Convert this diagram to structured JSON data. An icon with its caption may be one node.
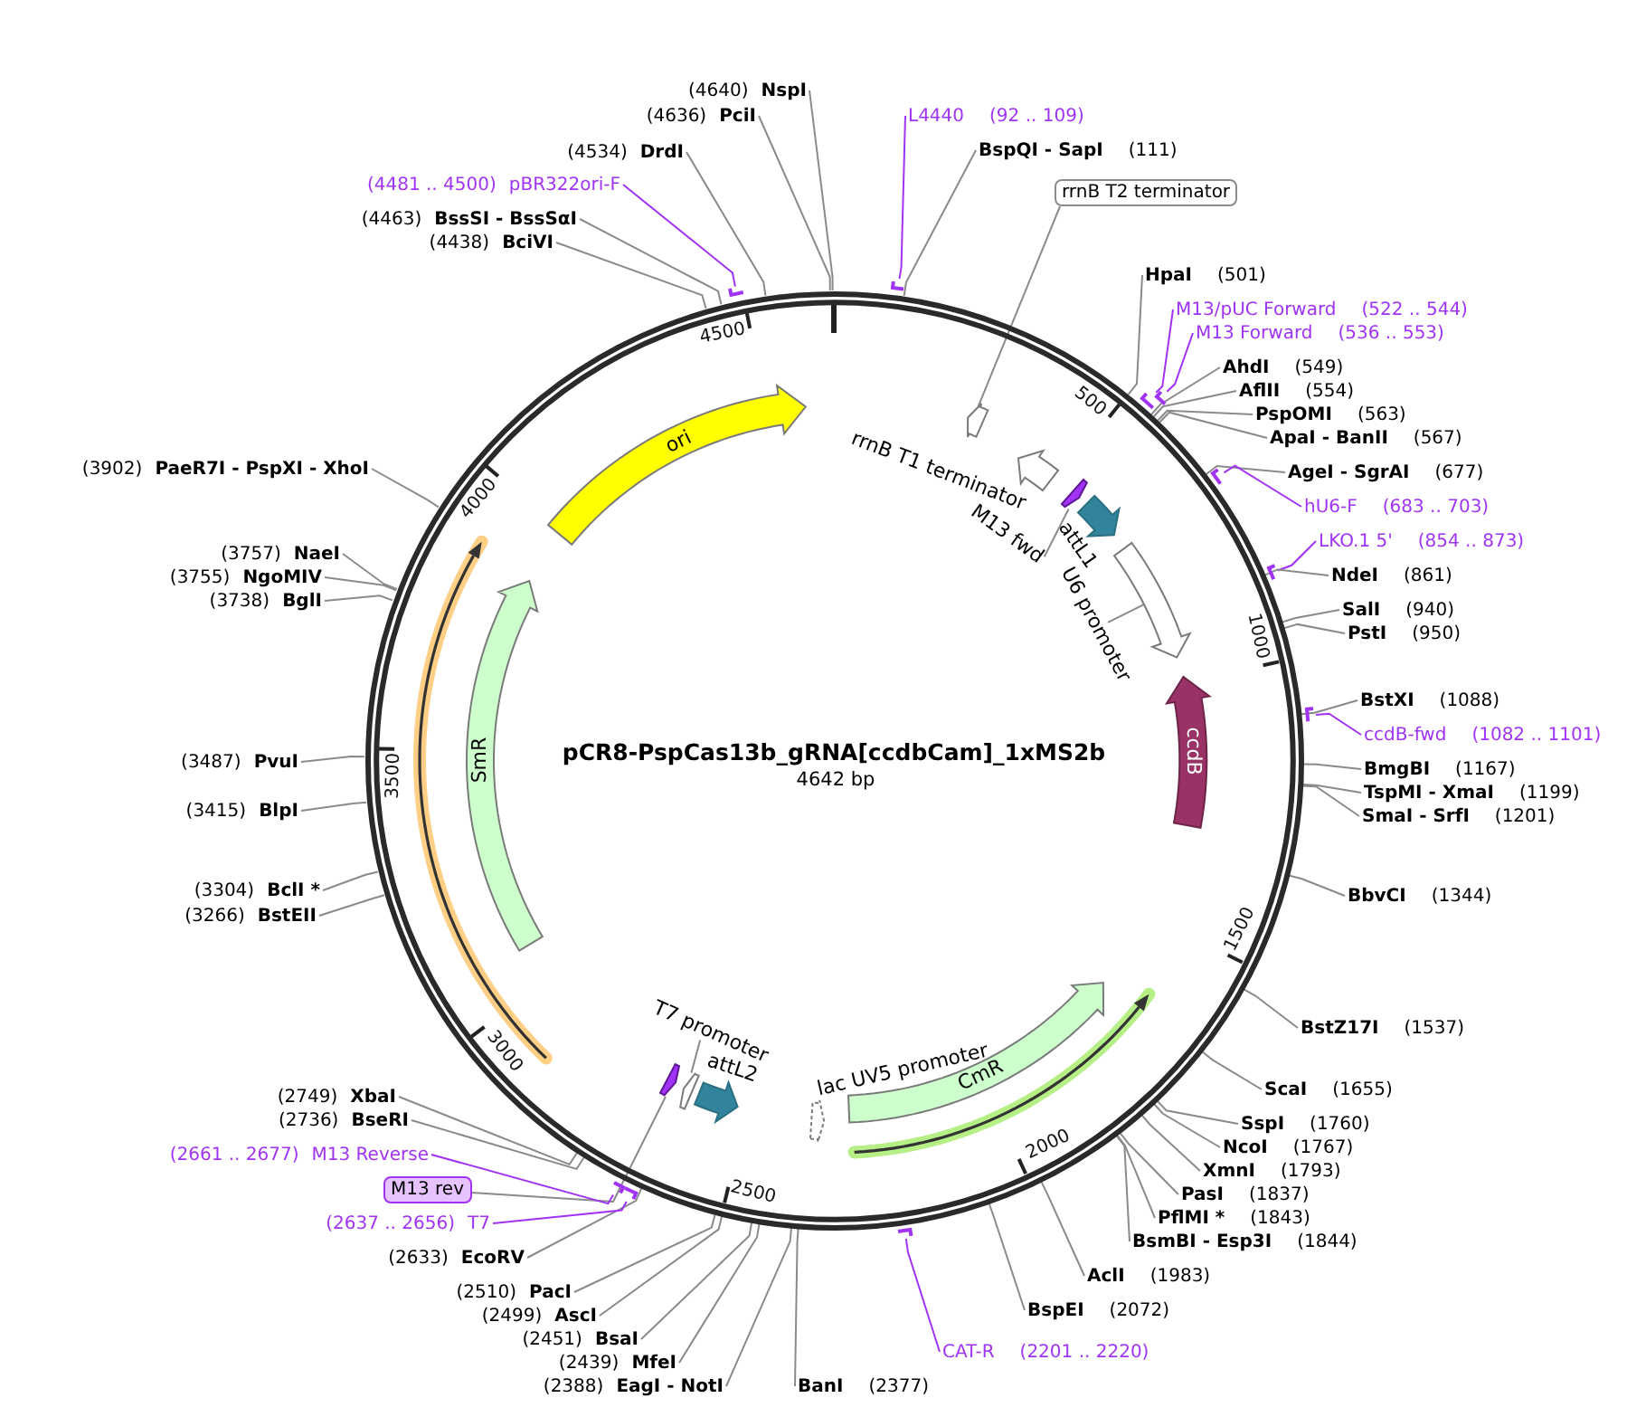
{
  "diagram": {
    "title": "pCR8-PspCas13b_gRNA[ccdbCam]_1xMS2b",
    "nodes": [
      {
        "text": [
          "L4440",
          "(92 .. 109)"
        ]
      },
      {
        "text": [
          "BspQI - SapI",
          "(111)"
        ]
      },
      {
        "text": [
          "rrnB T2 terminator"
        ]
      },
      {
        "text": [
          "HpaI",
          "(501)"
        ]
      },
      {
        "text": [
          "M13/pUC Forward",
          "(522 .. 544)"
        ]
      },
      {
        "text": [
          "M13 Forward",
          "(536 .. 553)"
        ]
      },
      {
        "text": [
          "AhdI",
          "(549)"
        ]
      },
      {
        "text": [
          "AflII",
          "(554)"
        ]
      },
      {
        "text": [
          "PspOMI",
          "(563)"
        ]
      },
      {
        "text": [
          "ApaI - BanII",
          "(567)"
        ]
      },
      {
        "text": [
          "AgeI - SgrAI",
          "(677)"
        ]
      },
      {
        "text": [
          "hU6-F",
          "(683 .. 703)"
        ]
      },
      {
        "text": [
          "LKO.1 5'",
          "(854 .. 873)"
        ]
      },
      {
        "text": [
          "NdeI",
          "(861)"
        ]
      },
      {
        "text": [
          "SalI",
          "(940)"
        ]
      },
      {
        "text": [
          "PstI",
          "(950)"
        ]
      },
      {
        "text": [
          "BstXI",
          "(1088)"
        ]
      },
      {
        "text": [
          "ccdB-fwd",
          "(1082 .. 1101)"
        ]
      },
      {
        "text": [
          "BmgBI",
          "(1167)"
        ]
      },
      {
        "text": [
          "TspMI - XmaI",
          "(1199)"
        ]
      },
      {
        "text": [
          "SmaI - SrfI",
          "(1201)"
        ]
      },
      {
        "text": [
          "BbvCI",
          "(1344)"
        ]
      },
      {
        "text": [
          "BstZ17I",
          "(1537)"
        ]
      },
      {
        "text": [
          "ScaI",
          "(1655)"
        ]
      },
      {
        "text": [
          "SspI",
          "(1760)"
        ]
      },
      {
        "text": [
          "NcoI",
          "(1767)"
        ]
      },
      {
        "text": [
          "XmnI",
          "(1793)"
        ]
      },
      {
        "text": [
          "PasI",
          "(1837)"
        ]
      },
      {
        "text": [
          "PflMI *",
          "(1843)"
        ]
      },
      {
        "text": [
          "BsmBI - Esp3I",
          "(1844)"
        ]
      },
      {
        "text": [
          "AclI",
          "(1983)"
        ]
      },
      {
        "text": [
          "BspEI",
          "(2072)"
        ]
      },
      {
        "text": [
          "CAT-R",
          "(2201 .. 2220)"
        ]
      },
      {
        "text": [
          "BanI",
          "(2377)"
        ]
      },
      {
        "text": [
          "(2388)",
          "EagI - NotI"
        ]
      },
      {
        "text": [
          "(2439)",
          "MfeI"
        ]
      },
      {
        "text": [
          "(2451)",
          "BsaI"
        ]
      },
      {
        "text": [
          "(2499)",
          "AscI"
        ]
      },
      {
        "text": [
          "(2510)",
          "PacI"
        ]
      },
      {
        "text": [
          "(2633)",
          "EcoRV"
        ]
      },
      {
        "text": [
          "(2637 .. 2656)",
          "T7"
        ]
      },
      {
        "text": [
          "M13 rev"
        ]
      },
      {
        "text": [
          "(2661 .. 2677)",
          "M13 Reverse"
        ]
      },
      {
        "text": [
          "(2736)",
          "BseRI"
        ]
      },
      {
        "text": [
          "(2749)",
          "XbaI"
        ]
      },
      {
        "text": [
          "(3266)",
          "BstEII"
        ]
      },
      {
        "text": [
          "(3304)",
          "BclI *"
        ]
      },
      {
        "text": [
          "(3415)",
          "BlpI"
        ]
      },
      {
        "text": [
          "(3487)",
          "PvuI"
        ]
      },
      {
        "text": [
          "(3738)",
          "BglI"
        ]
      },
      {
        "text": [
          "(3755)",
          "NgoMIV"
        ]
      },
      {
        "text": [
          "(3757)",
          "NaeI"
        ]
      },
      {
        "text": [
          "(3902)",
          "PaeR7I - PspXI - XhoI"
        ]
      },
      {
        "text": [
          "(4438)",
          "BciVI"
        ]
      },
      {
        "text": [
          "(4463)",
          "BssSI - BssSαI"
        ]
      },
      {
        "text": [
          "(4481 .. 4500)",
          "pBR322ori-F"
        ]
      },
      {
        "text": [
          "(4534)",
          "DrdI"
        ]
      },
      {
        "text": [
          "(4636)",
          "PciI"
        ]
      },
      {
        "text": [
          "(4640)",
          "NspI"
        ]
      },
      {
        "text": [],
        "shape": "circle"
      },
      {
        "text": [],
        "shape": "arrow",
        "in": 59
      },
      {
        "text": [
          "rrnB T1 terminator"
        ],
        "in": 59
      },
      {
        "text": [
          "M13 fwd"
        ],
        "in": 59
      },
      {
        "text": [],
        "shape": "arrow",
        "in": 59
      },
      {
        "text": [
          "attL1"
        ],
        "in": 59
      },
      {
        "text": [
          "U6 promoter"
        ],
        "in": 59
      },
      {
        "text": [],
        "shape": "arrow",
        "in": 59
      },
      {
        "text": [
          "ccdB"
        ],
        "in": 59
      },
      {
        "text": [
          "CmR"
        ],
        "in": 59
      },
      {
        "text": [
          "lac UV5 promoter"
        ],
        "in": 59
      },
      {
        "text": [
          "attL2"
        ],
        "in": 59
      },
      {
        "text": [
          "T7 promoter"
        ],
        "in": 59
      },
      {
        "text": [],
        "shape": "arrow",
        "in": 59
      },
      {
        "text": [],
        "shape": "arrow",
        "in": 59
      },
      {
        "text": [
          "SmR"
        ],
        "in": 59
      },
      {
        "text": [
          "ori"
        ],
        "in": 59
      },
      {
        "text": [],
        "shape": "bar"
      },
      {
        "text": [],
        "shape": "bar"
      },
      {
        "text": [],
        "shape": "bar"
      },
      {
        "text": [],
        "shape": "bar"
      },
      {
        "text": [],
        "shape": "bar"
      },
      {
        "text": [],
        "shape": "bar"
      },
      {
        "text": [],
        "shape": "bar"
      },
      {
        "text": [],
        "shape": "bar"
      },
      {
        "text": [],
        "shape": "bar"
      },
      {
        "text": [],
        "shape": "bar"
      }
    ],
    "edges": [
      {
        "from": 0,
        "to": 76,
        "arrow": "none",
        "color": "#a033f5"
      },
      {
        "from": 1,
        "to": 59,
        "arrow": "none"
      },
      {
        "from": 2,
        "to": 60,
        "arrow": "none"
      },
      {
        "from": 3,
        "to": 59,
        "arrow": "none"
      },
      {
        "from": 4,
        "to": 77,
        "arrow": "none",
        "color": "#a033f5"
      },
      {
        "from": 5,
        "to": 78,
        "arrow": "none",
        "color": "#a033f5"
      },
      {
        "from": 6,
        "to": 59,
        "arrow": "none"
      },
      {
        "from": 7,
        "to": 59,
        "arrow": "none"
      },
      {
        "from": 8,
        "to": 59,
        "arrow": "none"
      },
      {
        "from": 9,
        "to": 59,
        "arrow": "none"
      },
      {
        "from": 10,
        "to": 59,
        "arrow": "none"
      },
      {
        "from": 11,
        "to": 79,
        "arrow": "none",
        "color": "#a033f5"
      },
      {
        "from": 12,
        "to": 80,
        "arrow": "none",
        "color": "#a033f5"
      },
      {
        "from": 13,
        "to": 59,
        "arrow": "none"
      },
      {
        "from": 14,
        "to": 59,
        "arrow": "none"
      },
      {
        "from": 15,
        "to": 59,
        "arrow": "none"
      },
      {
        "from": 16,
        "to": 59,
        "arrow": "none"
      },
      {
        "from": 17,
        "to": 81,
        "arrow": "none",
        "color": "#a033f5"
      },
      {
        "from": 18,
        "to": 59,
        "arrow": "none"
      },
      {
        "from": 19,
        "to": 59,
        "arrow": "none"
      },
      {
        "from": 20,
        "to": 59,
        "arrow": "none"
      },
      {
        "from": 21,
        "to": 59,
        "arrow": "none"
      },
      {
        "from": 22,
        "to": 59,
        "arrow": "none"
      },
      {
        "from": 23,
        "to": 59,
        "arrow": "none"
      },
      {
        "from": 24,
        "to": 59,
        "arrow": "none"
      },
      {
        "from": 25,
        "to": 59,
        "arrow": "none"
      },
      {
        "from": 26,
        "to": 59,
        "arrow": "none"
      },
      {
        "from": 27,
        "to": 59,
        "arrow": "none"
      },
      {
        "from": 28,
        "to": 59,
        "arrow": "none"
      },
      {
        "from": 29,
        "to": 59,
        "arrow": "none"
      },
      {
        "from": 30,
        "to": 59,
        "arrow": "none"
      },
      {
        "from": 31,
        "to": 59,
        "arrow": "none"
      },
      {
        "from": 32,
        "to": 82,
        "arrow": "none",
        "color": "#a033f5"
      },
      {
        "from": 33,
        "to": 59,
        "arrow": "none"
      },
      {
        "from": 34,
        "to": 59,
        "arrow": "none"
      },
      {
        "from": 35,
        "to": 59,
        "arrow": "none"
      },
      {
        "from": 36,
        "to": 59,
        "arrow": "none"
      },
      {
        "from": 37,
        "to": 59,
        "arrow": "none"
      },
      {
        "from": 38,
        "to": 59,
        "arrow": "none"
      },
      {
        "from": 39,
        "to": 59,
        "arrow": "none"
      },
      {
        "from": 40,
        "to": 83,
        "arrow": "none",
        "color": "#a033f5"
      },
      {
        "from": 41,
        "to": 73,
        "arrow": "none"
      },
      {
        "from": 42,
        "to": 84,
        "arrow": "none",
        "color": "#a033f5"
      },
      {
        "from": 43,
        "to": 59,
        "arrow": "none"
      },
      {
        "from": 44,
        "to": 59,
        "arrow": "none"
      },
      {
        "from": 45,
        "to": 59,
        "arrow": "none"
      },
      {
        "from": 46,
        "to": 59,
        "arrow": "none"
      },
      {
        "from": 47,
        "to": 59,
        "arrow": "none"
      },
      {
        "from": 48,
        "to": 59,
        "arrow": "none"
      },
      {
        "from": 49,
        "to": 59,
        "arrow": "none"
      },
      {
        "from": 50,
        "to": 59,
        "arrow": "none"
      },
      {
        "from": 51,
        "to": 59,
        "arrow": "none"
      },
      {
        "from": 52,
        "to": 59,
        "arrow": "none"
      },
      {
        "from": 53,
        "to": 59,
        "arrow": "none"
      },
      {
        "from": 54,
        "to": 59,
        "arrow": "none"
      },
      {
        "from": 55,
        "to": 85,
        "arrow": "none",
        "color": "#a033f5"
      },
      {
        "from": 56,
        "to": 59,
        "arrow": "none"
      },
      {
        "from": 57,
        "to": 59,
        "arrow": "none"
      },
      {
        "from": 58,
        "to": 59,
        "arrow": "none"
      },
      {
        "from": 62,
        "to": 63,
        "arrow": "none"
      },
      {
        "from": 65,
        "to": 66,
        "arrow": "none"
      },
      {
        "from": 71,
        "to": 72,
        "arrow": "none"
      }
    ],
    "labels": [
      "4642 bp",
      "500",
      "1000",
      "1500",
      "2000",
      "2500",
      "3000",
      "3500",
      "4000",
      "4500"
    ]
  }
}
